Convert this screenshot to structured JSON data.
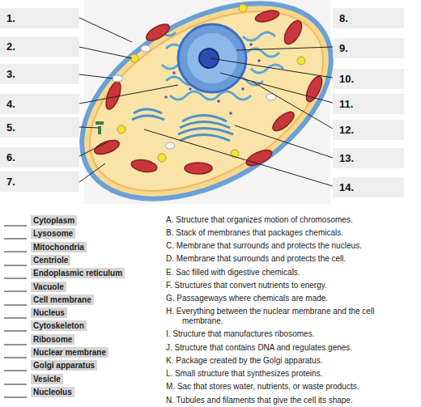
{
  "diagram": {
    "nodes": [
      {
        "text": [
          "1."
        ]
      },
      {
        "text": [
          "2."
        ]
      },
      {
        "text": [
          "3."
        ]
      },
      {
        "text": [
          "4."
        ]
      },
      {
        "text": [
          "5."
        ]
      },
      {
        "text": [
          "6."
        ]
      },
      {
        "text": [
          "7."
        ]
      },
      {
        "text": [
          "8."
        ]
      },
      {
        "text": [
          "9."
        ]
      },
      {
        "text": [
          "10."
        ]
      },
      {
        "text": [
          "11."
        ]
      },
      {
        "text": [
          "12."
        ]
      },
      {
        "text": [
          "13."
        ]
      },
      {
        "text": [
          "14."
        ]
      },
      {
        "text": [
          "Cytoplasm"
        ]
      },
      {
        "text": [
          "Lysosome"
        ]
      },
      {
        "text": [
          "Mitochondria"
        ]
      },
      {
        "text": [
          "Centriole"
        ]
      },
      {
        "text": [
          "Endoplasmic reticulum"
        ]
      },
      {
        "text": [
          "Vacuole"
        ]
      },
      {
        "text": [
          "Cell membrane"
        ]
      },
      {
        "text": [
          "Nucleus"
        ]
      },
      {
        "text": [
          "Cytoskeleton"
        ]
      },
      {
        "text": [
          "Ribosome"
        ]
      },
      {
        "text": [
          "Nuclear membrane"
        ]
      },
      {
        "text": [
          "Golgi apparatus"
        ]
      },
      {
        "text": [
          "Vesicle"
        ]
      },
      {
        "text": [
          "Nucleolus"
        ]
      }
    ],
    "labels": [
      "A. Structure that organizes motion of chromosomes.",
      "B. Stack of membranes that packages chemicals.",
      "C. Membrane that surrounds and protects the nucleus.",
      "D. Membrane that surrounds and protects the cell.",
      "E. Sac filled with digestive chemicals.",
      "F. Structures that convert nutrients to energy.",
      "G. Passageways where chemicals are made.",
      "H. Everything between the nuclear membrane and the cell membrane.",
      "I. Structure that manufactures ribosomes.",
      "J. Structure that contains DNA and regulates genes.",
      "K. Package created by the Golgi apparatus.",
      "L. Small structure that synthesizes proteins.",
      "M. Sac that stores water, nutrients, or waste products.",
      "N. Tubules and filaments that give the cell its shape."
    ]
  }
}
